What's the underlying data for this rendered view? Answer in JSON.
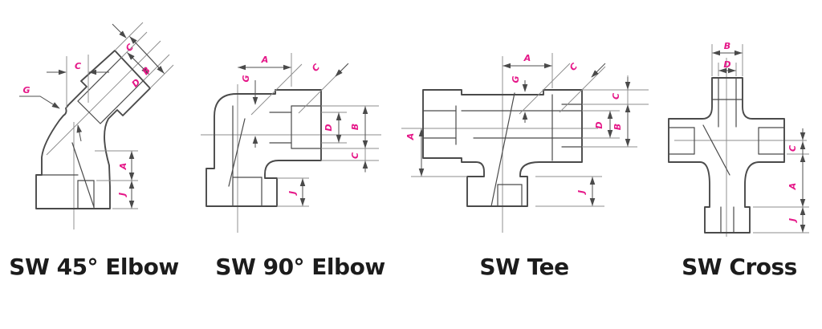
{
  "figure": {
    "description": "Dimensioned line drawings of four socket-weld pipe fittings",
    "colors": {
      "outline": "#4a4a4a",
      "dimension_lines": "#8c8c8c",
      "dim_label": "#e51788",
      "caption": "#1c1c1c",
      "background": "#ffffff"
    }
  },
  "elbow45": {
    "title": "SW 45° Elbow",
    "labels": {
      "C_top": "C",
      "G": "G",
      "C_diag": "C",
      "B": "B",
      "D": "D",
      "A": "A",
      "J": "J"
    }
  },
  "elbow90": {
    "title": "SW 90° Elbow",
    "labels": {
      "A": "A",
      "G": "G",
      "C_diag": "C",
      "D": "D",
      "B": "B",
      "C_right": "C",
      "J": "J"
    }
  },
  "tee": {
    "title": "SW Tee",
    "labels": {
      "A_top": "A",
      "G": "G",
      "C_diag": "C",
      "C_right": "C",
      "D": "D",
      "B": "B",
      "A_left": "A",
      "J": "J"
    }
  },
  "cross": {
    "title": "SW Cross",
    "labels": {
      "B": "B",
      "D": "D",
      "C": "C",
      "A": "A",
      "J": "J"
    }
  }
}
